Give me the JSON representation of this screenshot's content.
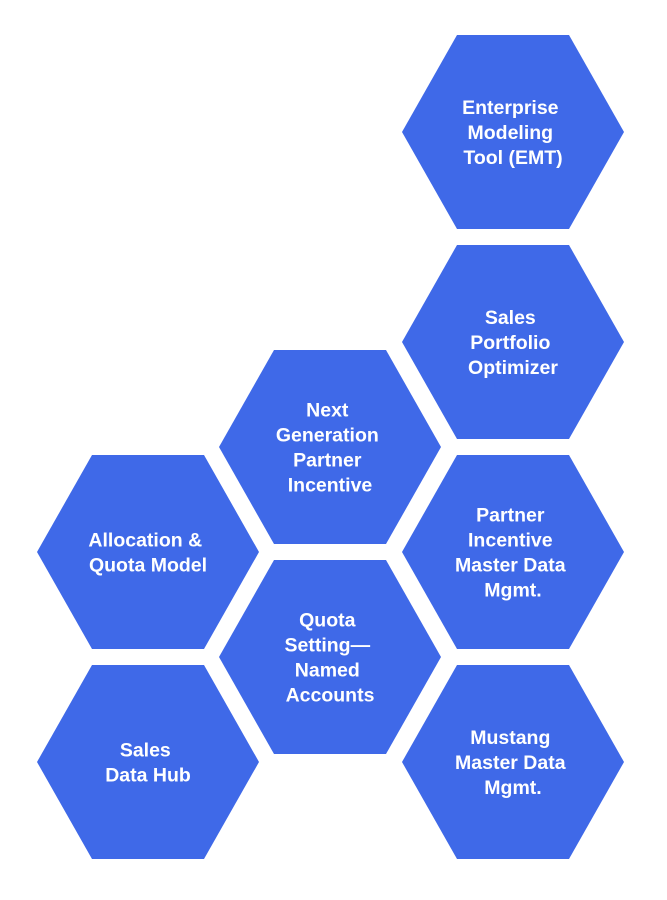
{
  "theme": {
    "hex_fill": "#3f69e8",
    "text_color": "#ffffff",
    "background": "#ffffff"
  },
  "hexagons": [
    {
      "id": "emt",
      "lines": [
        "Enterprise",
        "Modeling",
        "Tool (EMT)"
      ]
    },
    {
      "id": "spo",
      "lines": [
        "Sales",
        "Portfolio",
        "Optimizer"
      ]
    },
    {
      "id": "ngpi",
      "lines": [
        "Next",
        "Generation",
        "Partner",
        "Incentive"
      ]
    },
    {
      "id": "aqm",
      "lines": [
        "Allocation &",
        "Quota Model"
      ]
    },
    {
      "id": "pimdm",
      "lines": [
        "Partner",
        "Incentive",
        "Master Data",
        "Mgmt."
      ]
    },
    {
      "id": "qsna",
      "lines": [
        "Quota",
        "Setting—",
        "Named",
        "Accounts"
      ]
    },
    {
      "id": "sdh",
      "lines": [
        "Sales",
        "Data Hub"
      ]
    },
    {
      "id": "mmdm",
      "lines": [
        "Mustang",
        "Master Data",
        "Mgmt."
      ]
    }
  ]
}
